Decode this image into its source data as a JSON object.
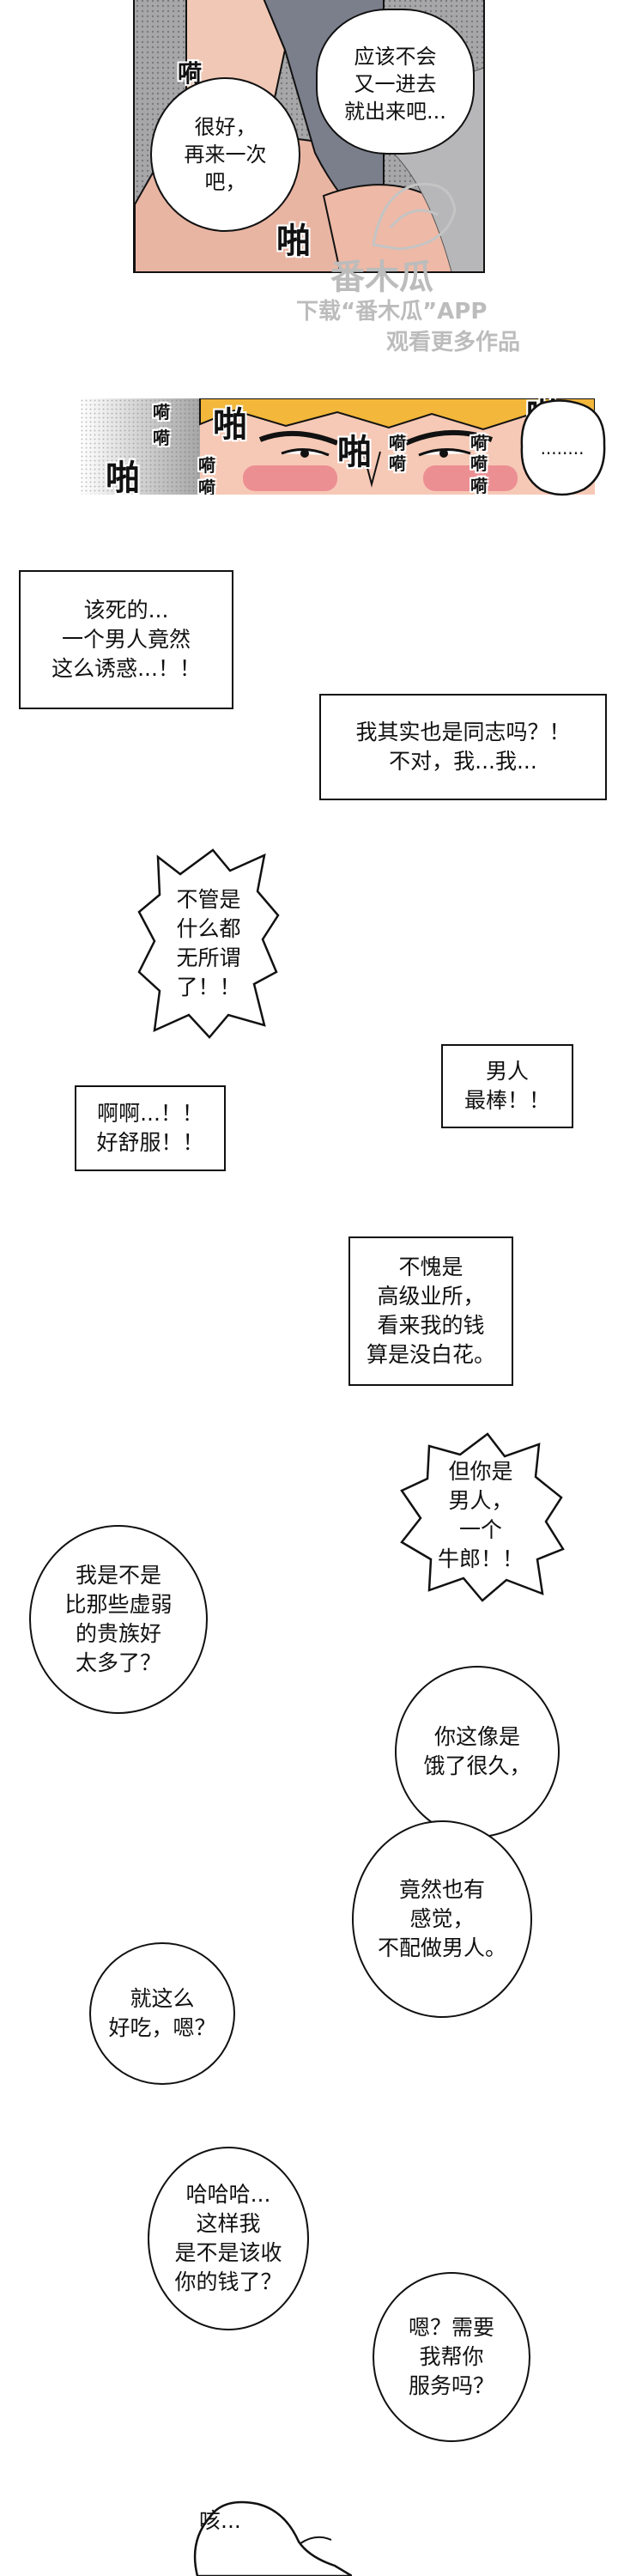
{
  "panel1": {
    "sfx": [
      "嗬",
      "嗬",
      "嗬",
      "啪"
    ],
    "bubble_right": "应该不会\n又一进去\n就出来吧...",
    "bubble_left": "很好，\n再来一次\n吧，"
  },
  "watermark": {
    "brand": "番木瓜",
    "line1": "下载“番木瓜”APP",
    "line2": "观看更多作品"
  },
  "panel2": {
    "sfx_large": "啪",
    "sfx_small": "嗬",
    "ellipsis": "........"
  },
  "captions": {
    "c1": "该死的...\n一个男人竟然\n这么诱惑...！！",
    "c2": "我其实也是同志吗？！\n不对，我...我...",
    "c3": "不管是\n什么都\n无所谓\n了！！",
    "c4": "男人\n最棒！！",
    "c5": "啊啊...！！\n好舒服！！",
    "c6": "不愧是\n高级业所，\n看来我的钱\n算是没白花。",
    "c7": "但你是\n男人，\n一个\n牛郎！！",
    "c8": "我是不是\n比那些虚弱\n的贵族好\n太多了？",
    "c9": "你这像是\n饿了很久，",
    "c10": "竟然也有\n感觉，\n不配做男人。",
    "c11": "就这么\n好吃，嗯？",
    "c12": "哈哈哈...\n这样我\n是不是该收\n你的钱了？",
    "c13": "嗯？需要\n我帮你\n服务吗？",
    "c14": "咳..."
  },
  "colors": {
    "ink": "#111111",
    "blush": "#e87b87",
    "hair": "#f2b73b",
    "skin": "#f6c9b6",
    "shirt": "#7d8290"
  }
}
